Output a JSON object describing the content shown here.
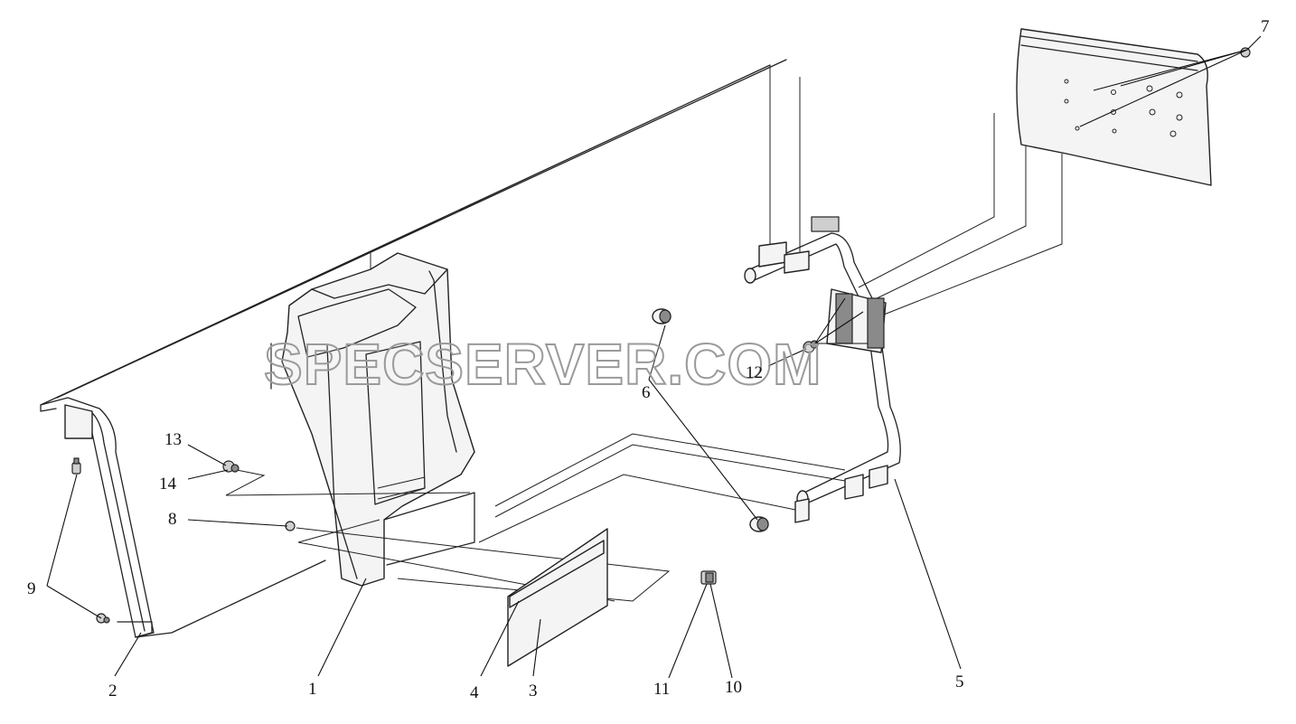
{
  "watermark": "SPECSERVER.COM",
  "callouts": {
    "c1": "1",
    "c2": "2",
    "c3": "3",
    "c4": "4",
    "c5": "5",
    "c6": "6",
    "c7": "7",
    "c8": "8",
    "c9": "9",
    "c10": "10",
    "c11": "11",
    "c12": "12",
    "c13": "13",
    "c14": "14"
  }
}
